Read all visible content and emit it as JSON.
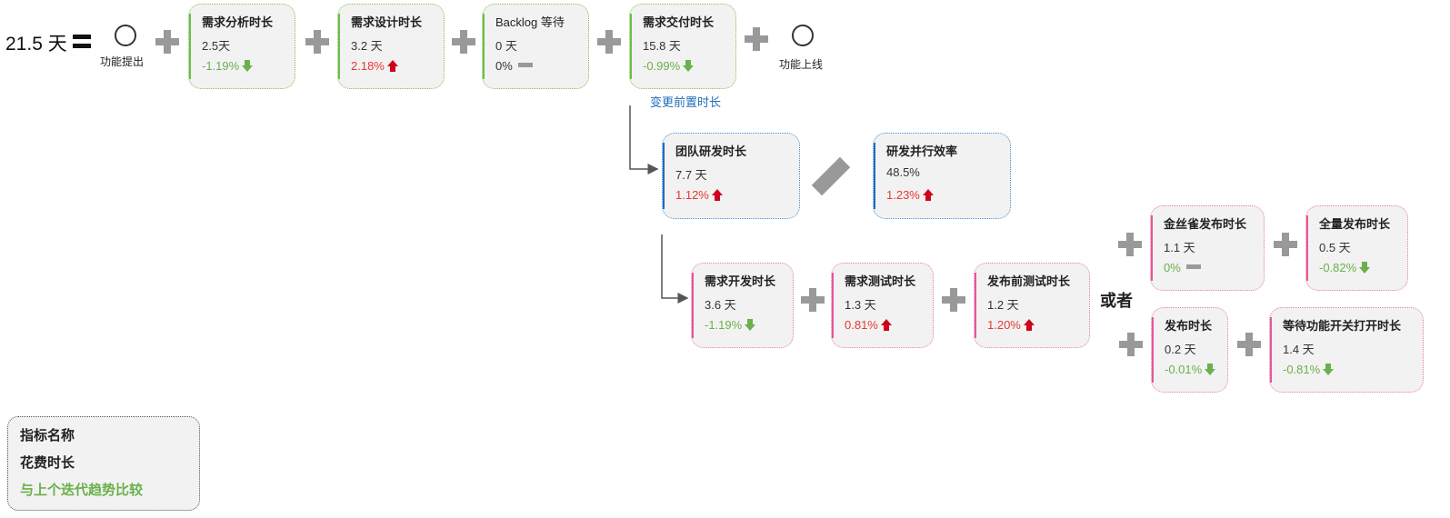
{
  "total": "21.5 天",
  "start_label": "功能提出",
  "end_label": "功能上线",
  "link_label": "变更前置时长",
  "or_label": "或者",
  "cards": {
    "analysis": {
      "title": "需求分析时长",
      "value": "2.5天",
      "trend": "-1.19%",
      "direction": "down"
    },
    "design": {
      "title": "需求设计时长",
      "value": "3.2 天",
      "trend": "2.18%",
      "direction": "up"
    },
    "backlog": {
      "title": "Backlog 等待",
      "value": "0 天",
      "trend": "0%",
      "direction": "flat"
    },
    "delivery": {
      "title": "需求交付时长",
      "value": "15.8 天",
      "trend": "-0.99%",
      "direction": "down"
    },
    "team_dev": {
      "title": "团队研发时长",
      "value": "7.7 天",
      "trend": "1.12%",
      "direction": "up"
    },
    "parallel": {
      "title": "研发并行效率",
      "value": "48.5%",
      "trend": "1.23%",
      "direction": "up"
    },
    "dev": {
      "title": "需求开发时长",
      "value": "3.6 天",
      "trend": "-1.19%",
      "direction": "down"
    },
    "test": {
      "title": "需求测试时长",
      "value": "1.3 天",
      "trend": "0.81%",
      "direction": "up"
    },
    "pretest": {
      "title": "发布前测试时长",
      "value": "1.2 天",
      "trend": "1.20%",
      "direction": "up"
    },
    "canary": {
      "title": "金丝雀发布时长",
      "value": "1.1 天",
      "trend": "0%",
      "direction": "flat"
    },
    "full": {
      "title": "全量发布时长",
      "value": "0.5 天",
      "trend": "-0.82%",
      "direction": "down"
    },
    "release": {
      "title": "发布时长",
      "value": "0.2 天",
      "trend": "-0.01%",
      "direction": "down"
    },
    "toggle": {
      "title": "等待功能开关打开时长",
      "value": "1.4 天",
      "trend": "-0.81%",
      "direction": "down"
    }
  },
  "legend": {
    "name": "指标名称",
    "duration": "花费时长",
    "trend": "与上个迭代趋势比较"
  },
  "colors": {
    "green_accent": "#6abf4b",
    "blue_accent": "#1f6fb8",
    "pink_accent": "#e8559a",
    "trend_down": "#6ab04c",
    "trend_up": "#e53935"
  }
}
